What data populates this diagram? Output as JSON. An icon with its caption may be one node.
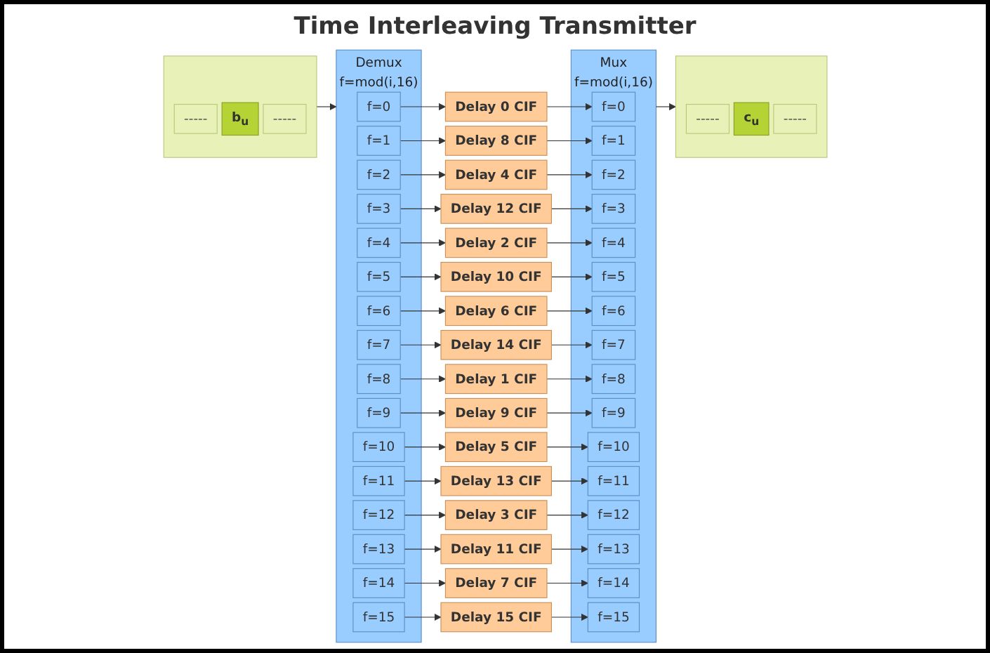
{
  "diagram": {
    "title": "Time Interleaving Transmitter",
    "nodes": [
      {
        "text": [],
        "shape": "bar"
      },
      {
        "text": [
          "-----"
        ],
        "in": 0
      },
      {
        "text": [
          "b$_{u}$"
        ],
        "in": 0
      },
      {
        "text": [
          "-----"
        ],
        "in": 0
      },
      {
        "text": [
          "Demux",
          "f=mod(i,16)"
        ]
      },
      {
        "text": [
          "f=0"
        ],
        "in": 4
      },
      {
        "text": [
          "f=1"
        ],
        "in": 4
      },
      {
        "text": [
          "f=2"
        ],
        "in": 4
      },
      {
        "text": [
          "f=3"
        ],
        "in": 4
      },
      {
        "text": [
          "f=4"
        ],
        "in": 4
      },
      {
        "text": [
          "f=5"
        ],
        "in": 4
      },
      {
        "text": [
          "f=6"
        ],
        "in": 4
      },
      {
        "text": [
          "f=7"
        ],
        "in": 4
      },
      {
        "text": [
          "f=8"
        ],
        "in": 4
      },
      {
        "text": [
          "f=9"
        ],
        "in": 4
      },
      {
        "text": [
          "f=10"
        ],
        "in": 4
      },
      {
        "text": [
          "f=11"
        ],
        "in": 4
      },
      {
        "text": [
          "f=12"
        ],
        "in": 4
      },
      {
        "text": [
          "f=13"
        ],
        "in": 4
      },
      {
        "text": [
          "f=14"
        ],
        "in": 4
      },
      {
        "text": [
          "f=15"
        ],
        "in": 4
      },
      {
        "text": [
          "Delay 0 CIF"
        ]
      },
      {
        "text": [
          "Delay 8 CIF"
        ]
      },
      {
        "text": [
          "Delay 4 CIF"
        ]
      },
      {
        "text": [
          "Delay 12 CIF"
        ]
      },
      {
        "text": [
          "Delay 2 CIF"
        ]
      },
      {
        "text": [
          "Delay 10 CIF"
        ]
      },
      {
        "text": [
          "Delay 6 CIF"
        ]
      },
      {
        "text": [
          "Delay 14 CIF"
        ]
      },
      {
        "text": [
          "Delay 1 CIF"
        ]
      },
      {
        "text": [
          "Delay 9 CIF"
        ]
      },
      {
        "text": [
          "Delay 5 CIF"
        ]
      },
      {
        "text": [
          "Delay 13 CIF"
        ]
      },
      {
        "text": [
          "Delay 3 CIF"
        ]
      },
      {
        "text": [
          "Delay 11 CIF"
        ]
      },
      {
        "text": [
          "Delay 7 CIF"
        ]
      },
      {
        "text": [
          "Delay 15 CIF"
        ]
      },
      {
        "text": [
          "Mux",
          "f=mod(i,16)"
        ]
      },
      {
        "text": [
          "f=0"
        ],
        "in": 37
      },
      {
        "text": [
          "f=1"
        ],
        "in": 37
      },
      {
        "text": [
          "f=2"
        ],
        "in": 37
      },
      {
        "text": [
          "f=3"
        ],
        "in": 37
      },
      {
        "text": [
          "f=4"
        ],
        "in": 37
      },
      {
        "text": [
          "f=5"
        ],
        "in": 37
      },
      {
        "text": [
          "f=6"
        ],
        "in": 37
      },
      {
        "text": [
          "f=7"
        ],
        "in": 37
      },
      {
        "text": [
          "f=8"
        ],
        "in": 37
      },
      {
        "text": [
          "f=9"
        ],
        "in": 37
      },
      {
        "text": [
          "f=10"
        ],
        "in": 37
      },
      {
        "text": [
          "f=11"
        ],
        "in": 37
      },
      {
        "text": [
          "f=12"
        ],
        "in": 37
      },
      {
        "text": [
          "f=13"
        ],
        "in": 37
      },
      {
        "text": [
          "f=14"
        ],
        "in": 37
      },
      {
        "text": [
          "f=15"
        ],
        "in": 37
      },
      {
        "text": [],
        "shape": "bar"
      },
      {
        "text": [
          "-----"
        ],
        "in": 54
      },
      {
        "text": [
          "c$_{u}$"
        ],
        "in": 54
      },
      {
        "text": [
          "-----"
        ],
        "in": 54
      }
    ],
    "edges": [
      {
        "from": 0,
        "to": 4,
        "arrow": "to"
      },
      {
        "from": 5,
        "to": 21,
        "arrow": "to"
      },
      {
        "from": 6,
        "to": 22,
        "arrow": "to"
      },
      {
        "from": 7,
        "to": 23,
        "arrow": "to"
      },
      {
        "from": 8,
        "to": 24,
        "arrow": "to"
      },
      {
        "from": 9,
        "to": 25,
        "arrow": "to"
      },
      {
        "from": 10,
        "to": 26,
        "arrow": "to"
      },
      {
        "from": 11,
        "to": 27,
        "arrow": "to"
      },
      {
        "from": 12,
        "to": 28,
        "arrow": "to"
      },
      {
        "from": 13,
        "to": 29,
        "arrow": "to"
      },
      {
        "from": 14,
        "to": 30,
        "arrow": "to"
      },
      {
        "from": 15,
        "to": 31,
        "arrow": "to"
      },
      {
        "from": 16,
        "to": 32,
        "arrow": "to"
      },
      {
        "from": 17,
        "to": 33,
        "arrow": "to"
      },
      {
        "from": 18,
        "to": 34,
        "arrow": "to"
      },
      {
        "from": 19,
        "to": 35,
        "arrow": "to"
      },
      {
        "from": 20,
        "to": 36,
        "arrow": "to"
      },
      {
        "from": 21,
        "to": 38,
        "arrow": "to"
      },
      {
        "from": 22,
        "to": 39,
        "arrow": "to"
      },
      {
        "from": 23,
        "to": 40,
        "arrow": "to"
      },
      {
        "from": 24,
        "to": 41,
        "arrow": "to"
      },
      {
        "from": 25,
        "to": 42,
        "arrow": "to"
      },
      {
        "from": 26,
        "to": 43,
        "arrow": "to"
      },
      {
        "from": 27,
        "to": 44,
        "arrow": "to"
      },
      {
        "from": 28,
        "to": 45,
        "arrow": "to"
      },
      {
        "from": 29,
        "to": 46,
        "arrow": "to"
      },
      {
        "from": 30,
        "to": 47,
        "arrow": "to"
      },
      {
        "from": 31,
        "to": 48,
        "arrow": "to"
      },
      {
        "from": 32,
        "to": 49,
        "arrow": "to"
      },
      {
        "from": 33,
        "to": 50,
        "arrow": "to"
      },
      {
        "from": 34,
        "to": 51,
        "arrow": "to"
      },
      {
        "from": 35,
        "to": 52,
        "arrow": "to"
      },
      {
        "from": 36,
        "to": 53,
        "arrow": "to"
      },
      {
        "from": 37,
        "to": 54,
        "arrow": "to"
      }
    ]
  }
}
